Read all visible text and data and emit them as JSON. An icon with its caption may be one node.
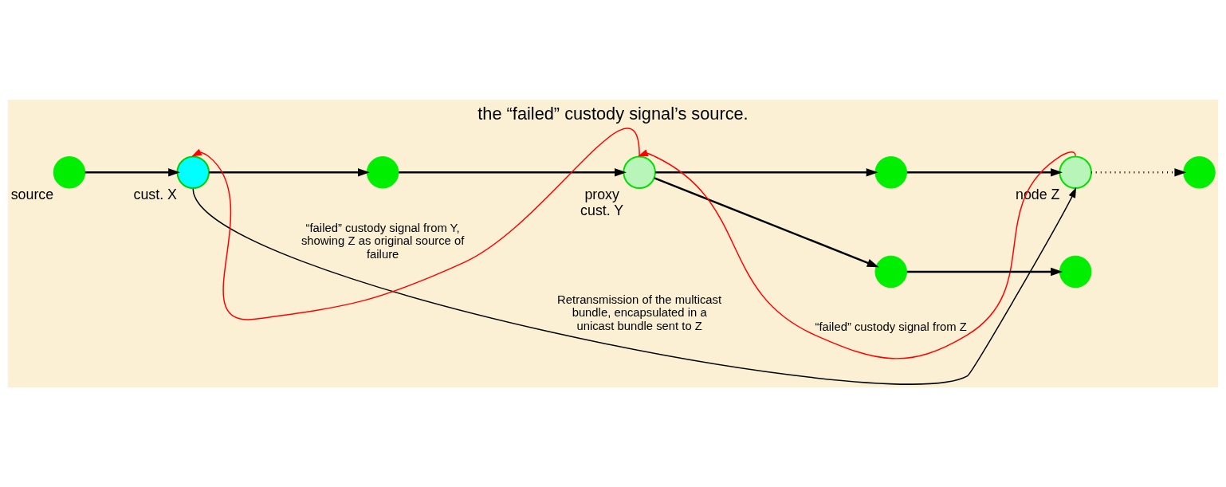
{
  "diagram": {
    "title": "the “failed” custody signal’s source.",
    "nodes": [
      {
        "text": [],
        "shape": "circle",
        "beside": [
          "source"
        ]
      },
      {
        "text": [],
        "shape": "circle",
        "beside": [
          "cust. X"
        ]
      },
      {
        "text": [],
        "shape": "circle"
      },
      {
        "text": [],
        "shape": "circle",
        "beside": [
          "proxy cust. Y"
        ]
      },
      {
        "text": [],
        "shape": "circle"
      },
      {
        "text": [],
        "shape": "circle",
        "beside": [
          "node Z"
        ]
      },
      {
        "text": [],
        "shape": "circle"
      },
      {
        "text": [],
        "shape": "circle"
      },
      {
        "text": [],
        "shape": "circle"
      }
    ],
    "edges": [
      {
        "from": 0,
        "to": 1,
        "arrow": "to"
      },
      {
        "from": 1,
        "to": 2,
        "arrow": "to"
      },
      {
        "from": 2,
        "to": 3,
        "arrow": "to"
      },
      {
        "from": 3,
        "to": 4,
        "arrow": "to"
      },
      {
        "from": 4,
        "to": 5,
        "arrow": "to"
      },
      {
        "from": 3,
        "to": 6,
        "arrow": "to"
      },
      {
        "from": 6,
        "to": 7,
        "arrow": "to"
      },
      {
        "from": 5,
        "to": 8,
        "arrow": "to",
        "style": "dashed"
      },
      {
        "from": 5,
        "to": 3,
        "arrow": "to",
        "color": "#ff0000",
        "label": "“failed” custody signal from Z"
      },
      {
        "from": 3,
        "to": 1,
        "arrow": "to",
        "color": "#ff0000",
        "label": "“failed” custody signal from Y, showing Z as original source of failure"
      },
      {
        "from": 1,
        "to": 5,
        "arrow": "to",
        "label": "Retransmission of the multicast bundle, encapsulated in a unicast bundle sent to Z"
      }
    ]
  }
}
